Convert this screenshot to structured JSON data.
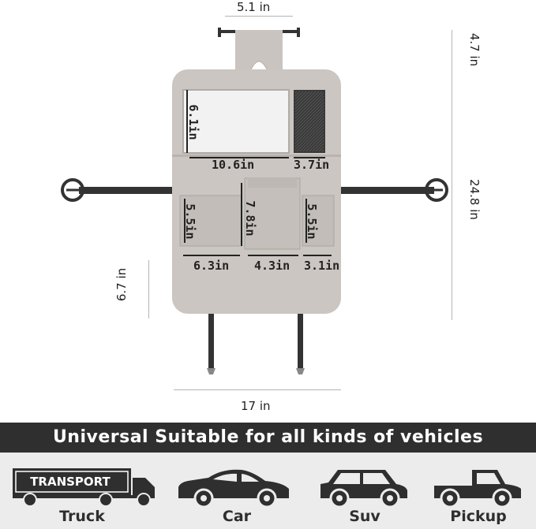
{
  "dimensions": {
    "top_hanger_width": "5.1 in",
    "top_hanger_height": "4.7 in",
    "total_height": "24.8 in",
    "lower_strap_height": "6.7 in",
    "total_width": "17 in",
    "tablet_height": "6.1in",
    "tablet_width": "10.6in",
    "mesh_width": "3.7in",
    "left_pocket_height": "5.5in",
    "center_pocket_height": "7.8in",
    "right_pocket_height": "5.5in",
    "left_pocket_width": "6.3in",
    "center_pocket_width": "4.3in",
    "right_pocket_width": "3.1in"
  },
  "banner": {
    "text": "Universal Suitable for all kinds of vehicles"
  },
  "vehicles": [
    {
      "label": "Truck",
      "icon": "truck-icon",
      "badge": "TRANSPORT"
    },
    {
      "label": "Car",
      "icon": "car-icon"
    },
    {
      "label": "Suv",
      "icon": "suv-icon"
    },
    {
      "label": "Pickup",
      "icon": "pickup-icon"
    }
  ],
  "colors": {
    "organizer": "#cbc6c1",
    "banner_bg": "#2f2f2f",
    "band_bg": "#ececec",
    "strap": "#333333"
  }
}
